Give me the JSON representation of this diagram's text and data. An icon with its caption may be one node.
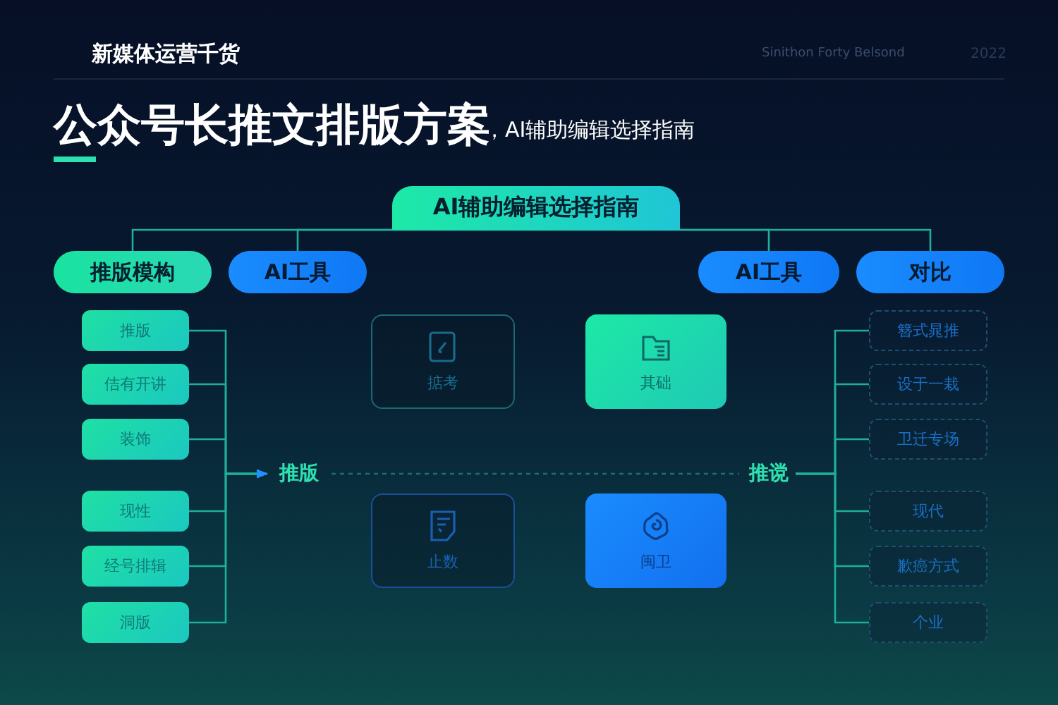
{
  "diagram": {
    "title": "公众号长推文排版方案",
    "nodes": [
      {
        "text": [
          "AI辅助编辑选择指南"
        ]
      },
      {
        "text": [
          "推版模构"
        ]
      },
      {
        "text": [
          "AI工具"
        ]
      },
      {
        "text": [
          "AI工具"
        ]
      },
      {
        "text": [
          "对比"
        ]
      },
      {
        "text": [
          "推版"
        ]
      },
      {
        "text": [
          "佶有开讲"
        ]
      },
      {
        "text": [
          "装饰"
        ]
      },
      {
        "text": [
          "现性"
        ]
      },
      {
        "text": [
          "经号排辑"
        ]
      },
      {
        "text": [
          "洞版"
        ]
      },
      {
        "text": [
          "推版"
        ]
      },
      {
        "text": [
          "推谠"
        ]
      },
      {
        "text": [
          "掂考"
        ]
      },
      {
        "text": [
          "其础"
        ]
      },
      {
        "text": [
          "止数"
        ]
      },
      {
        "text": [
          "闽卫"
        ]
      },
      {
        "text": [
          "簪式晁推"
        ]
      },
      {
        "text": [
          "设于一栽"
        ]
      },
      {
        "text": [
          "卫迁专场"
        ]
      },
      {
        "text": [
          "现代"
        ]
      },
      {
        "text": [
          "歉癌方式"
        ]
      },
      {
        "text": [
          "个业"
        ]
      }
    ],
    "edges": [
      {
        "from": 0,
        "to": 1,
        "arrow": "none"
      },
      {
        "from": 0,
        "to": 2,
        "arrow": "none"
      },
      {
        "from": 0,
        "to": 3,
        "arrow": "none"
      },
      {
        "from": 0,
        "to": 4,
        "arrow": "none"
      },
      {
        "from": 5,
        "to": 11,
        "arrow": "to"
      },
      {
        "from": 6,
        "to": 11,
        "arrow": "to"
      },
      {
        "from": 7,
        "to": 11,
        "arrow": "to"
      },
      {
        "from": 8,
        "to": 11,
        "arrow": "to"
      },
      {
        "from": 9,
        "to": 11,
        "arrow": "to"
      },
      {
        "from": 10,
        "to": 11,
        "arrow": "to"
      },
      {
        "from": 11,
        "to": 12,
        "arrow": "none",
        "style": "dashed"
      },
      {
        "from": 12,
        "to": 17,
        "arrow": "none"
      },
      {
        "from": 12,
        "to": 18,
        "arrow": "none"
      },
      {
        "from": 12,
        "to": 19,
        "arrow": "none"
      },
      {
        "from": 12,
        "to": 20,
        "arrow": "none"
      },
      {
        "from": 12,
        "to": 21,
        "arrow": "none"
      },
      {
        "from": 12,
        "to": 22,
        "arrow": "none"
      }
    ],
    "labels": [
      "新媒体运营千货",
      "Sinithon Forty Belsond",
      "2022",
      "，AI辅助编辑选择指南"
    ]
  }
}
